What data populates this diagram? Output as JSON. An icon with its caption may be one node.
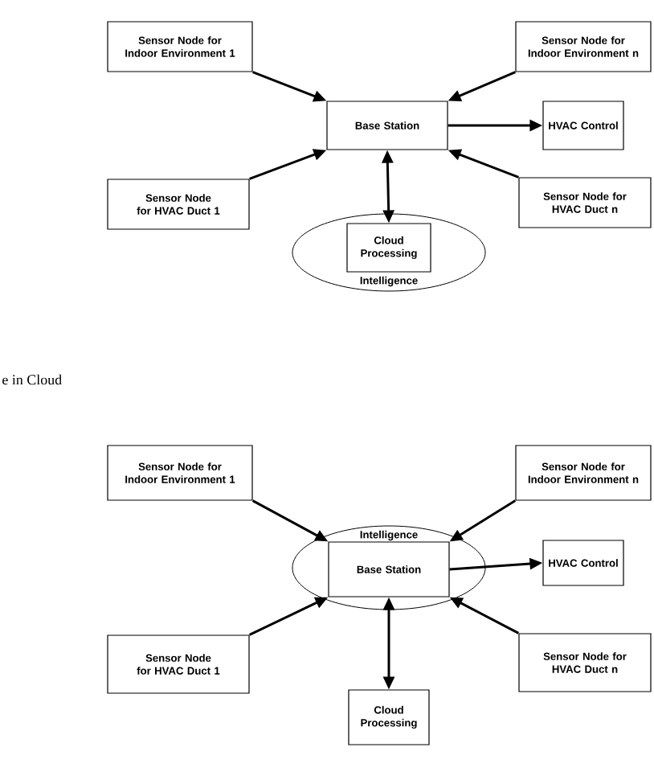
{
  "diagram": {
    "nodes": [
      {
        "text": [
          "Sensor Node for Indoor Environment 1"
        ]
      },
      {
        "text": [
          "Sensor Node for Indoor Environment n"
        ]
      },
      {
        "text": [
          "Base Station"
        ]
      },
      {
        "text": [
          "HVAC Control"
        ]
      },
      {
        "text": [
          "Sensor Node for HVAC Duct 1"
        ]
      },
      {
        "text": [
          "Sensor Node for HVAC Duct n"
        ]
      },
      {
        "text": [
          "Intelligence"
        ]
      },
      {
        "text": [
          "Cloud Processing"
        ],
        "in": 6
      },
      {
        "text": [
          "Sensor Node for Indoor Environment 1"
        ]
      },
      {
        "text": [
          "Sensor Node for Indoor Environment n"
        ]
      },
      {
        "text": [
          "Intelligence"
        ]
      },
      {
        "text": [
          "Base Station"
        ],
        "in": 10
      },
      {
        "text": [
          "HVAC Control"
        ]
      },
      {
        "text": [
          "Sensor Node for HVAC Duct 1"
        ]
      },
      {
        "text": [
          "Sensor Node for HVAC Duct n"
        ]
      },
      {
        "text": [
          "Cloud Processing"
        ]
      }
    ],
    "edges": [
      {
        "from": 0,
        "to": 2,
        "arrow": "to"
      },
      {
        "from": 1,
        "to": 2,
        "arrow": "to"
      },
      {
        "from": 4,
        "to": 2,
        "arrow": "to"
      },
      {
        "from": 5,
        "to": 2,
        "arrow": "to"
      },
      {
        "from": 2,
        "to": 3,
        "arrow": "to"
      },
      {
        "from": 2,
        "to": 7,
        "arrow": "both"
      },
      {
        "from": 8,
        "to": 11,
        "arrow": "to"
      },
      {
        "from": 9,
        "to": 11,
        "arrow": "to"
      },
      {
        "from": 13,
        "to": 11,
        "arrow": "to"
      },
      {
        "from": 14,
        "to": 11,
        "arrow": "to"
      },
      {
        "from": 11,
        "to": 12,
        "arrow": "to"
      },
      {
        "from": 11,
        "to": 15,
        "arrow": "both"
      }
    ],
    "labels": [
      "e in Cloud"
    ]
  }
}
